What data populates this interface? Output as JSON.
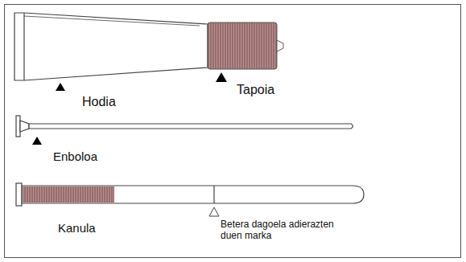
{
  "diagram": {
    "labels": [
      "Hodia",
      "Tapoia",
      "Enboloa",
      "Kanula",
      "Betera dagoela adierazten duen marka"
    ]
  }
}
